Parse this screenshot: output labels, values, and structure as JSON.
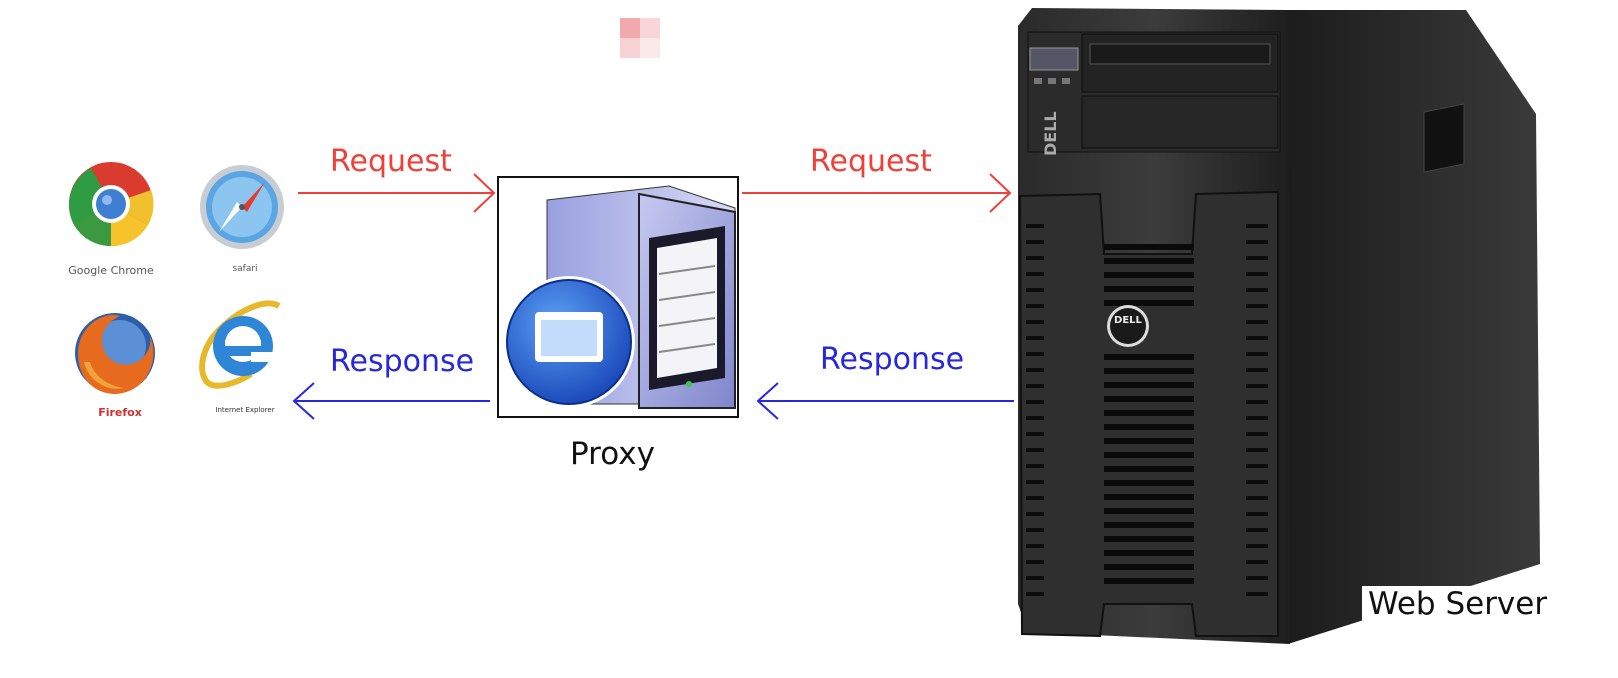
{
  "browsers": {
    "chrome": "Google Chrome",
    "safari": "safari",
    "firefox": "Firefox",
    "ie": "Internet Explorer"
  },
  "arrows": {
    "request_left": "Request",
    "request_right": "Request",
    "response_left": "Response",
    "response_right": "Response"
  },
  "proxy": {
    "label": "Proxy"
  },
  "server": {
    "label": "Web Server",
    "brand": "DELL"
  },
  "colors": {
    "request": "#f0403a",
    "response": "#2727e0"
  }
}
